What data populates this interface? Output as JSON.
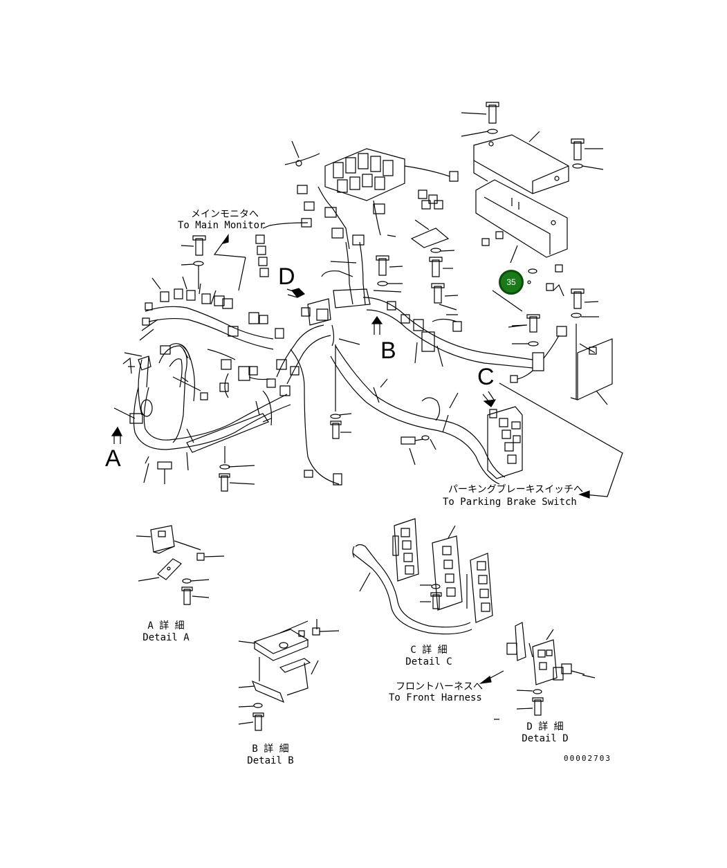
{
  "callouts": {
    "main_monitor_jp": "メインモニタへ",
    "main_monitor_en": "To Main Monitor",
    "parking_brake_jp": "パーキングブレーキスイッチへ",
    "parking_brake_en": "To Parking Brake Switch",
    "front_harness_jp": "フロントハーネスへ",
    "front_harness_en": "To Front Harness"
  },
  "view_letters": {
    "a": "A",
    "b": "B",
    "c": "C",
    "d": "D"
  },
  "details": {
    "a_jp": "A 詳 細",
    "a_en": "Detail A",
    "b_jp": "B 詳 細",
    "b_en": "Detail B",
    "c_jp": "C 詳 細",
    "c_en": "Detail C",
    "d_jp": "D 詳 細",
    "d_en": "Detail D"
  },
  "part_marker": {
    "label": "35",
    "color": "#1a7a1a"
  },
  "drawing_number": "00002703"
}
